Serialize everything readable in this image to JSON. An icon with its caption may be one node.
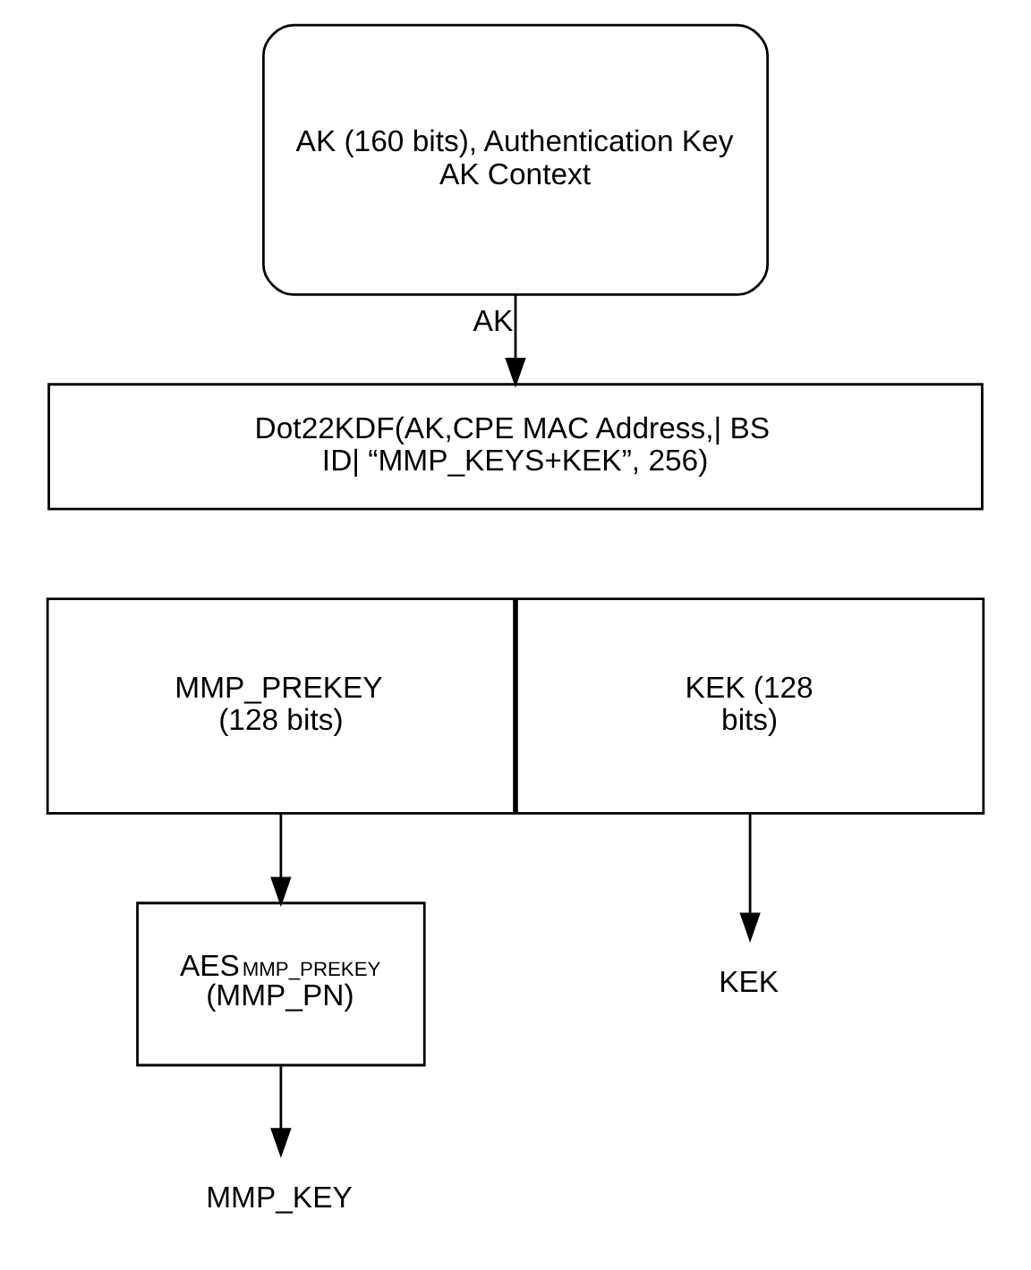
{
  "diagram": {
    "nodes": [
      {
        "text": [
          "AK (160 bits), Authentication Key",
          "AK Context"
        ]
      },
      {
        "text": [
          "Dot22KDF(AK,CPE MAC Address,| BS ID| “MMP_KEYS+KEK”, 256)"
        ]
      },
      {
        "text": [
          "MMP_PREKEY (128 bits)"
        ]
      },
      {
        "text": [
          "KEK (128 bits)"
        ]
      },
      {
        "text": [
          "AES$_{MMP_PREKEY}$ (MMP_PN)"
        ]
      },
      {
        "text": [
          "KEK"
        ]
      },
      {
        "text": [
          "MMP_KEY"
        ]
      }
    ],
    "edges": [
      {
        "from": 0,
        "to": 1,
        "arrow": "to",
        "label": "AK"
      },
      {
        "from": 2,
        "to": 4,
        "arrow": "to"
      },
      {
        "from": 3,
        "to": 5,
        "arrow": "to"
      },
      {
        "from": 4,
        "to": 6,
        "arrow": "to"
      }
    ]
  }
}
